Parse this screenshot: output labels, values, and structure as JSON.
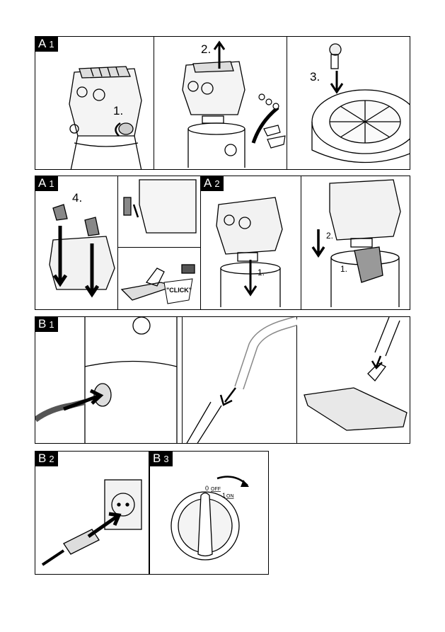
{
  "sections": {
    "a1_top": {
      "tag_letter": "A",
      "tag_num": "1"
    },
    "a1_mid": {
      "tag_letter": "A",
      "tag_num": "1"
    },
    "a2": {
      "tag_letter": "A",
      "tag_num": "2"
    },
    "b1": {
      "tag_letter": "B",
      "tag_num": "1"
    },
    "b2": {
      "tag_letter": "B",
      "tag_num": "2"
    },
    "b3": {
      "tag_letter": "B",
      "tag_num": "3"
    }
  },
  "steps": {
    "unlock": "1.",
    "lift_head": "2.",
    "insert_caster": "3.",
    "attach_holders": "4.",
    "lower_head": "2.",
    "attach_filter": "1."
  },
  "labels": {
    "click": "\"CLICK\"",
    "switch_off_num": "0",
    "switch_off": "OFF",
    "switch_on_num": "1",
    "switch_on": "ON"
  },
  "icons": [
    "vacuum-head-icon",
    "arrow-down-icon",
    "arrow-up-icon",
    "caster-wheel-icon",
    "plug-icon",
    "socket-icon",
    "rotary-switch-icon"
  ]
}
